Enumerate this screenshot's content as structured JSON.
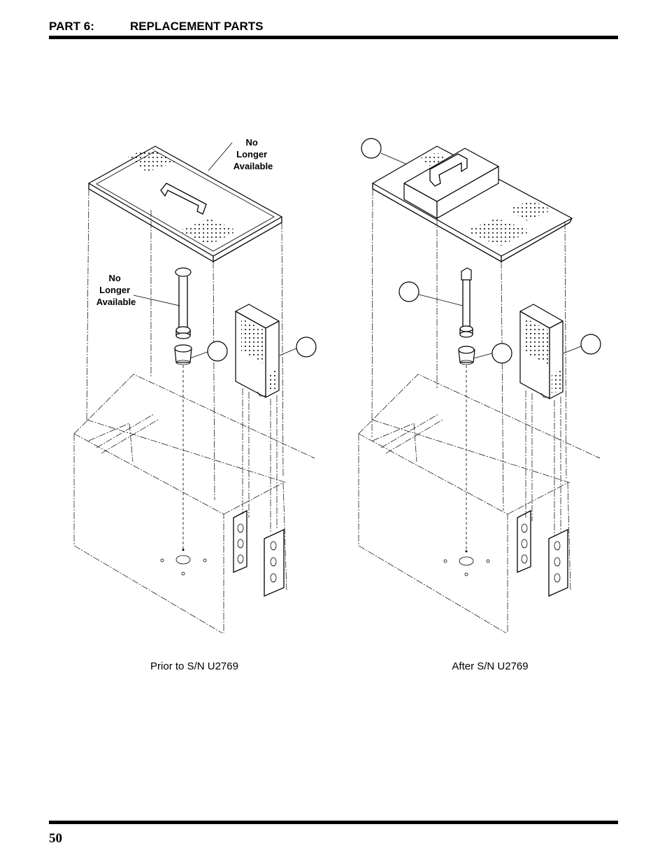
{
  "header": {
    "part": "PART 6:",
    "title": "REPLACEMENT PARTS"
  },
  "page_number": "50",
  "left_figure": {
    "caption": "Prior to S/N U2769",
    "callout_lid": [
      "No",
      "Longer",
      "Available"
    ],
    "callout_tube": [
      "No",
      "Longer",
      "Available"
    ]
  },
  "right_figure": {
    "caption": "After S/N U2769"
  }
}
